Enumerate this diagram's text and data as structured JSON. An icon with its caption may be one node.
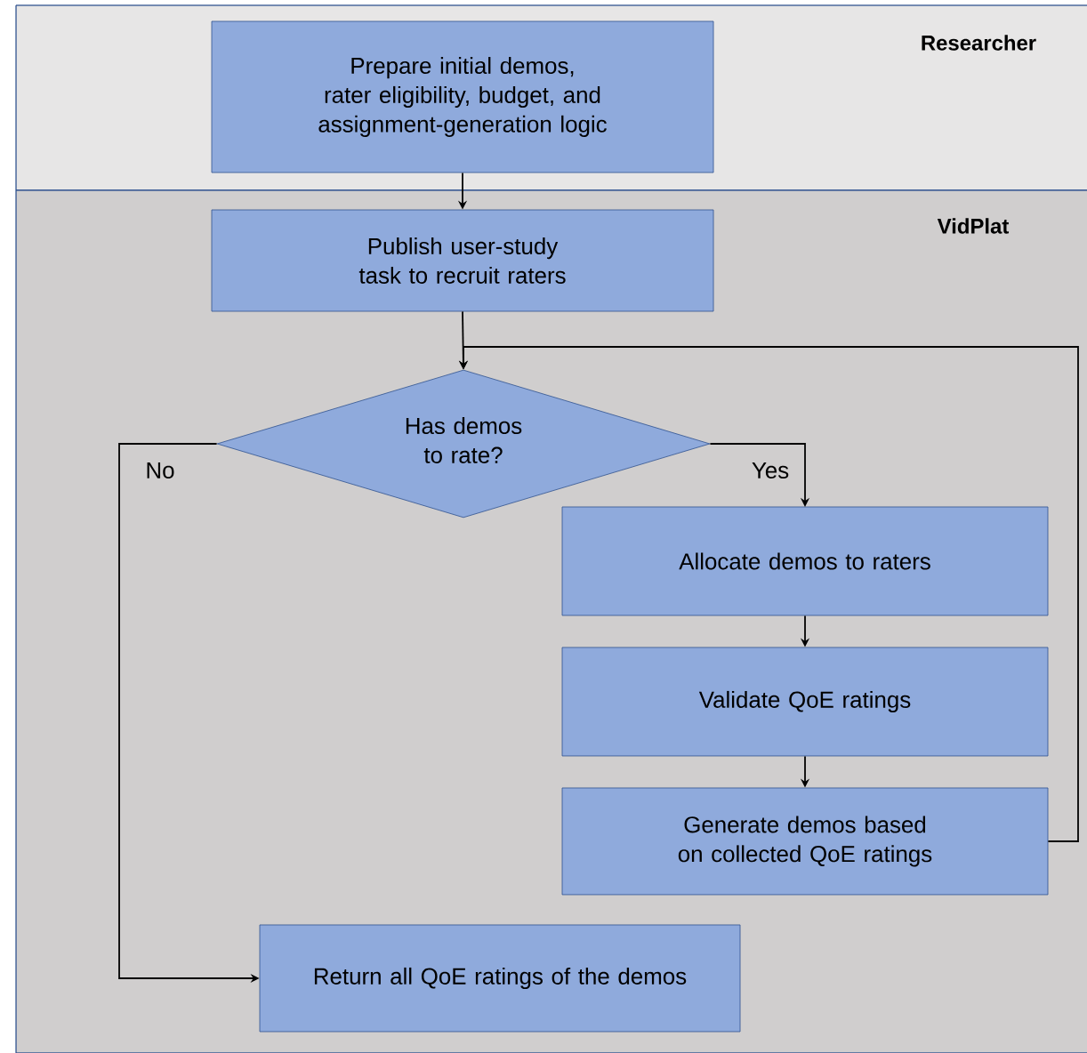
{
  "diagram": {
    "nodes": [
      {
        "text": [
          "Researcher"
        ]
      },
      {
        "text": [
          "Prepare initial demos, rater eligibility, budget, and assignment-generation logic"
        ],
        "in": 0
      },
      {
        "text": [
          "VidPlat"
        ]
      },
      {
        "text": [
          "Publish user-study task to recruit raters"
        ],
        "in": 2
      },
      {
        "text": [
          "Has demos to rate?"
        ],
        "in": 2
      },
      {
        "text": [
          "Allocate demos to raters"
        ],
        "in": 2
      },
      {
        "text": [
          "Validate QoE ratings"
        ],
        "in": 2
      },
      {
        "text": [
          "Generate demos based on collected QoE ratings"
        ],
        "in": 2
      },
      {
        "text": [
          "Return all QoE ratings of the demos"
        ],
        "in": 2
      }
    ],
    "edges": [
      {
        "from": 1,
        "to": 3,
        "arrow": "to"
      },
      {
        "from": 3,
        "to": 4,
        "arrow": "to"
      },
      {
        "from": 4,
        "to": 5,
        "arrow": "to",
        "label": "Yes"
      },
      {
        "from": 4,
        "to": 8,
        "arrow": "to",
        "label": "No"
      },
      {
        "from": 5,
        "to": 6,
        "arrow": "to"
      },
      {
        "from": 6,
        "to": 7,
        "arrow": "to"
      },
      {
        "from": 7,
        "to": 4,
        "arrow": "to"
      }
    ]
  }
}
